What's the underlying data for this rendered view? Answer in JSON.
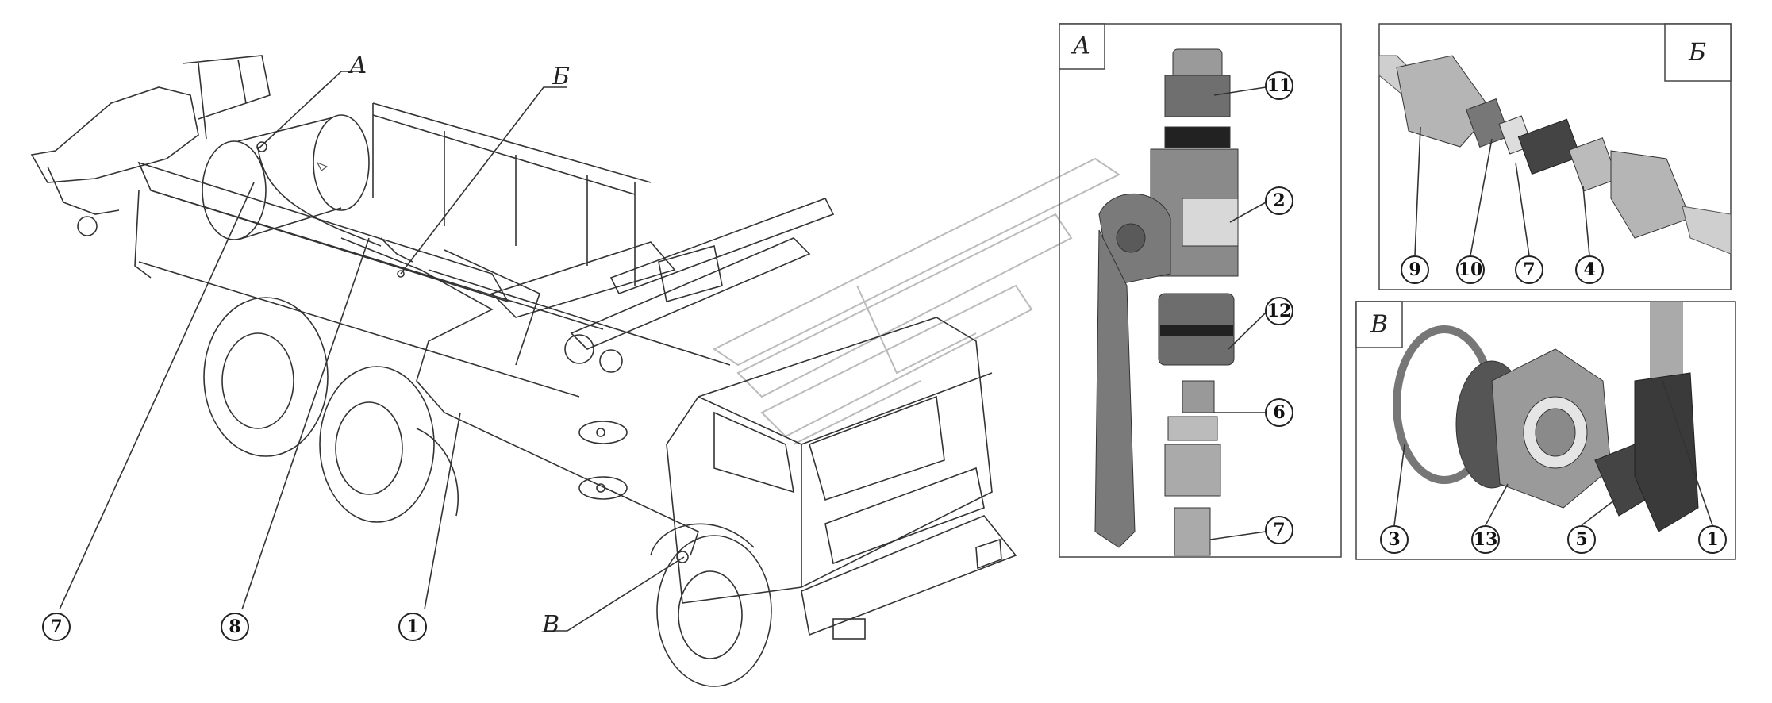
{
  "views": {
    "A": "А",
    "B": "Б",
    "V": "В"
  },
  "truck_callouts": {
    "c7": "7",
    "c8": "8",
    "c1": "1"
  },
  "panel_a_callouts": {
    "c11": "11",
    "c2": "2",
    "c12": "12",
    "c6": "6",
    "c7": "7"
  },
  "panel_b_callouts": {
    "c9": "9",
    "c10": "10",
    "c7": "7",
    "c4": "4"
  },
  "panel_v_callouts": {
    "c3": "3",
    "c13": "13",
    "c5": "5",
    "c1": "1"
  }
}
